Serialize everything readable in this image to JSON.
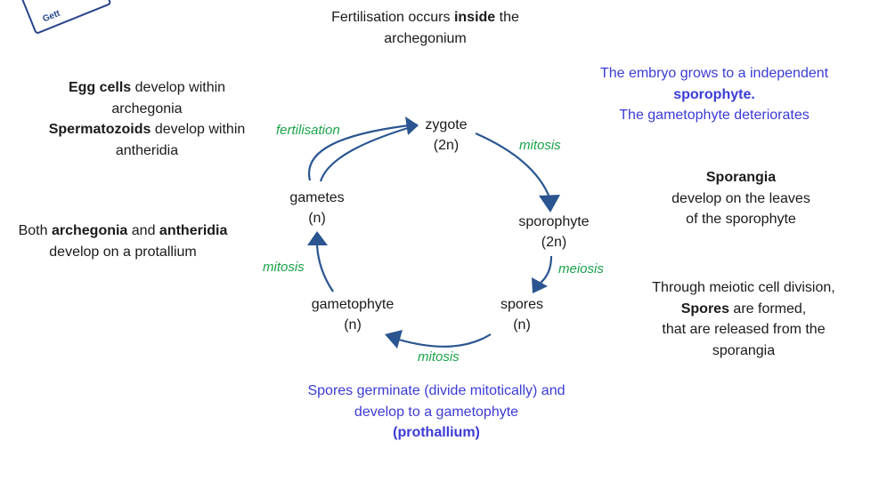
{
  "corner_stamp": "Gett",
  "colors": {
    "arrow": "#2a5590",
    "process": "#1aa34a",
    "emphasis": "#3b3bd6"
  },
  "notes": {
    "fertilisation": {
      "before": "Fertilisation occurs ",
      "bold": "inside",
      "after": " the",
      "line2": "archegonium"
    },
    "egg": {
      "bold1": "Egg cells",
      "rest1": " develop within",
      "line2": "archegonia",
      "bold3": "Spermatozoids",
      "rest3": " develop within",
      "line4": "antheridia"
    },
    "both": {
      "before": "Both ",
      "bold1": "archegonia",
      "mid": " and ",
      "bold2": "antheridia",
      "line2": "develop on a protallium"
    },
    "embryo": {
      "line1": "The embryo grows to a independent",
      "bold": "sporophyte.",
      "line3": "The gametophyte deteriorates"
    },
    "sporangia": {
      "bold": "Sporangia",
      "line2": "develop on the leaves",
      "line3": "of the sporophyte"
    },
    "meiotic": {
      "line1": "Through meiotic cell division,",
      "bold": "Spores",
      "rest2": " are formed,",
      "line3": "that are released from the",
      "line4": "sporangia"
    },
    "germinate": {
      "line1": "Spores germinate (divide mitotically) and",
      "line2": "develop to a gametophyte",
      "bold": "(prothallium)"
    }
  },
  "stages": {
    "zygote": {
      "name": "zygote",
      "ploidy": "(2n)"
    },
    "sporophyte": {
      "name": "sporophyte",
      "ploidy": "(2n)"
    },
    "spores": {
      "name": "spores",
      "ploidy": "(n)"
    },
    "gametophyte": {
      "name": "gametophyte",
      "ploidy": "(n)"
    },
    "gametes": {
      "name": "gametes",
      "ploidy": "(n)"
    }
  },
  "processes": {
    "fertilisation": "fertilisation",
    "mitosis_1": "mitosis",
    "meiosis": "meiosis",
    "mitosis_2": "mitosis",
    "mitosis_3": "mitosis"
  }
}
